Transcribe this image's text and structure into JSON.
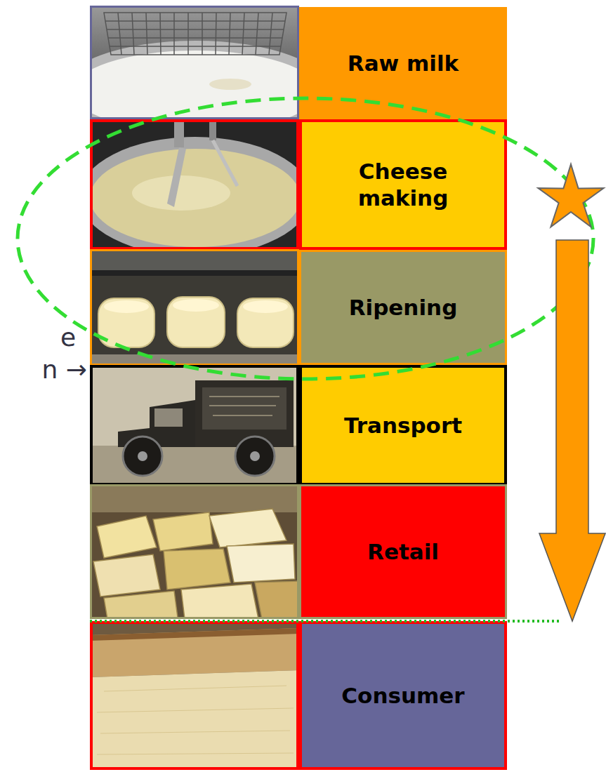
{
  "diagram": {
    "nodes": [
      {
        "text": [
          "Raw milk"
        ]
      },
      {
        "text": [
          "Cheese making"
        ]
      },
      {
        "text": [
          "Ripening"
        ]
      },
      {
        "text": [
          "Transport"
        ]
      },
      {
        "text": [
          "Retail"
        ]
      },
      {
        "text": [
          "Consumer"
        ]
      }
    ],
    "labels": [
      "e",
      "n →"
    ]
  }
}
